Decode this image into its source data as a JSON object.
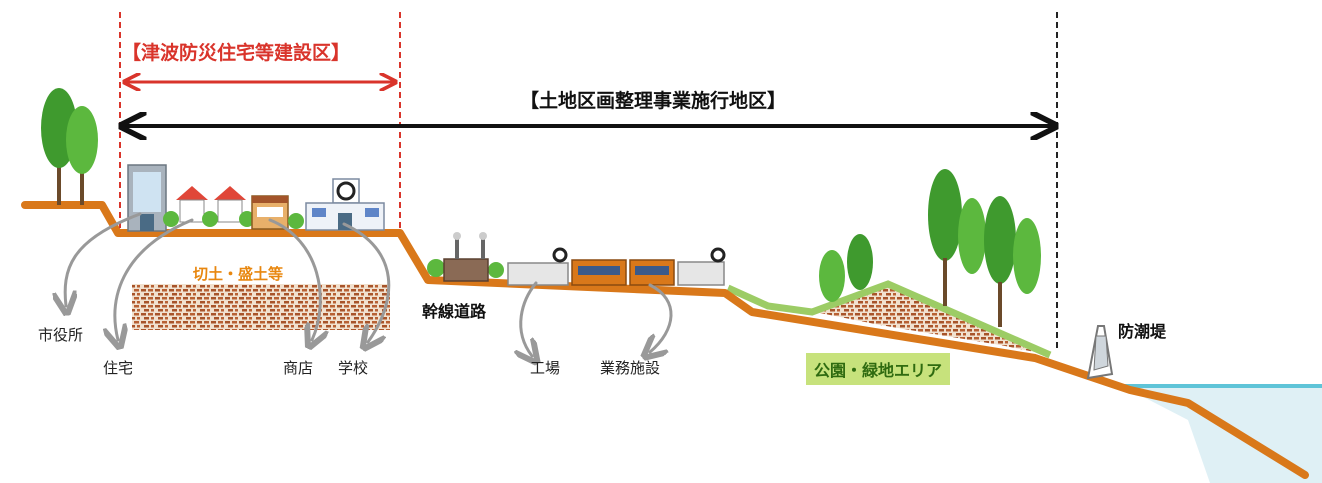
{
  "titles": {
    "construction_zone": "【津波防災住宅等建設区】",
    "readjustment_zone": "【土地区画整理事業施行地区】"
  },
  "labels": {
    "cut_fill": "切土・盛土等",
    "city_hall": "市役所",
    "housing": "住宅",
    "shop": "商店",
    "school": "学校",
    "trunk_road": "幹線道路",
    "factory": "工場",
    "business": "業務施設",
    "park": "公園・緑地エリア",
    "seawall": "防潮堤"
  },
  "colors": {
    "ground": "#d9781a",
    "zone_red": "#d9342b",
    "slope_green": "#9ccc65",
    "sea": "#dff0f5",
    "sea_line": "#5fc4d8",
    "tree": "#3f9a2e",
    "park_badge": "#c7e27c"
  }
}
